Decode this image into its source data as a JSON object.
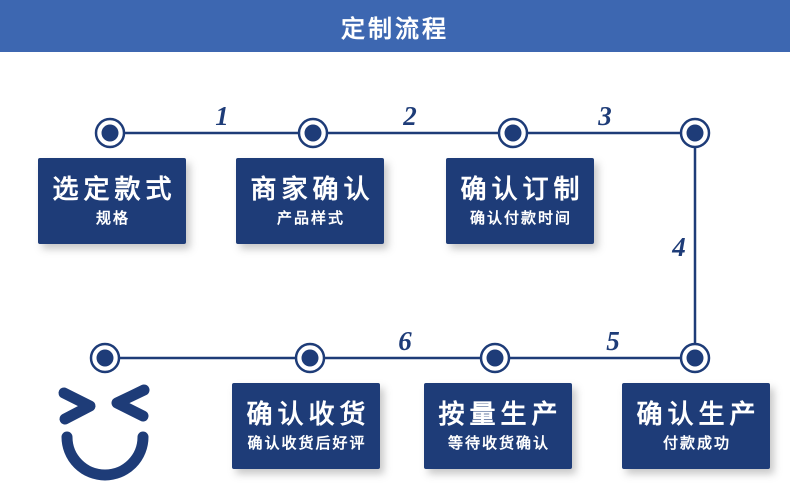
{
  "banner": {
    "title": "定制流程"
  },
  "flow": {
    "connector_numbers": [
      "1",
      "2",
      "3",
      "4",
      "5",
      "6"
    ],
    "top_steps": [
      {
        "title": "选定款式",
        "subtitle": "规格"
      },
      {
        "title": "商家确认",
        "subtitle": "产品样式"
      },
      {
        "title": "确认订制",
        "subtitle": "确认付款时间"
      }
    ],
    "bottom_steps": [
      {
        "title": "确认收货",
        "subtitle": "确认收货后好评"
      },
      {
        "title": "按量生产",
        "subtitle": "等待收货确认"
      },
      {
        "title": "确认生产",
        "subtitle": "付款成功"
      }
    ]
  },
  "icons": {
    "smiley": "winking-smiley-icon"
  },
  "colors": {
    "banner_blue": "#3d67b1",
    "navy": "#1e3c78",
    "text_white": "#ffffff",
    "background": "#ffffff"
  }
}
